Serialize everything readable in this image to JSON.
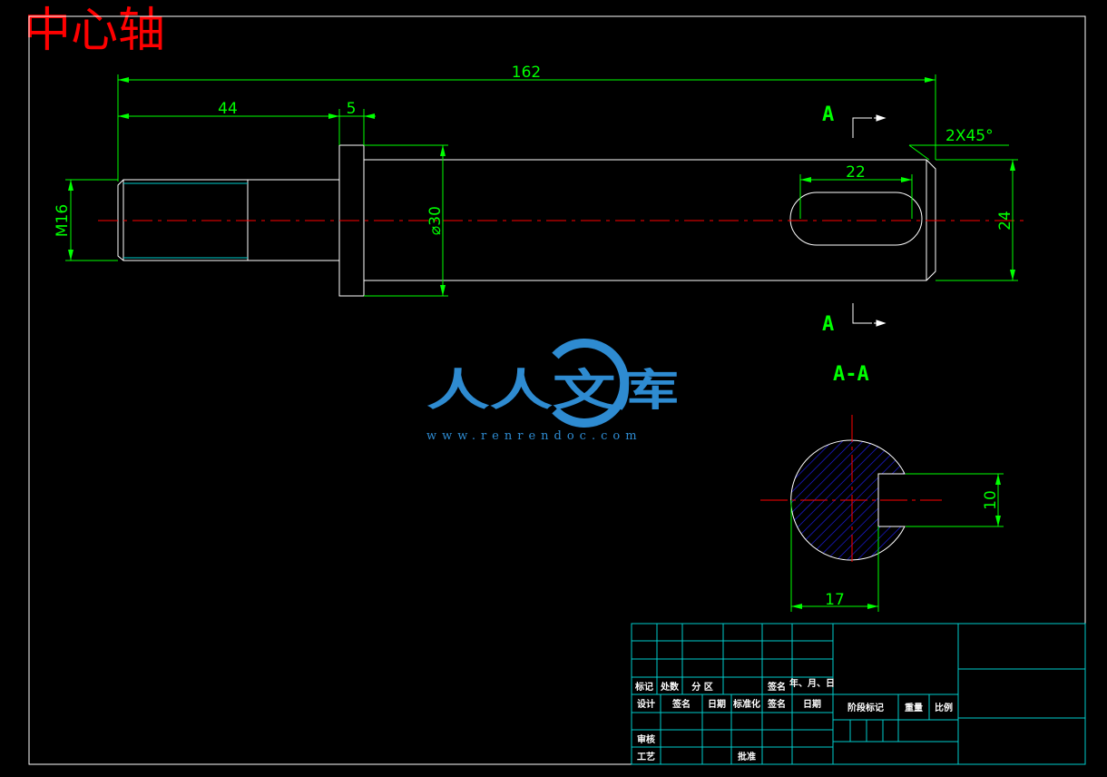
{
  "drawing": {
    "title": "中心轴",
    "dimensions": {
      "overall_length": "162",
      "thread_length": "44",
      "collar_width": "5",
      "thread": "M16",
      "collar_diameter": "⌀30",
      "keyway_length": "22",
      "chamfer": "2X45°",
      "shaft_diameter": "24",
      "key_width": "10",
      "key_depth": "17"
    },
    "section_marks": {
      "top": "A",
      "bottom": "A",
      "view_title": "A-A"
    }
  },
  "title_block": {
    "mark": "标记",
    "count": "处数",
    "zone": "分 区",
    "signature": "签名",
    "date_ymd": "年、月、日",
    "design": "设计",
    "sign2": "签名",
    "date": "日期",
    "standardize": "标准化",
    "sign3": "签名",
    "date2": "日期",
    "stage_mark": "阶段标记",
    "weight": "重量",
    "scale": "比例",
    "review": "审核",
    "process": "工艺",
    "approve": "批准"
  },
  "watermark": {
    "text": "人人文库",
    "url": "www.renrendoc.com"
  },
  "colors": {
    "outline": "#ffffff",
    "dimension": "#00ff00",
    "centerline": "#ff0000",
    "hatch": "#2020ff",
    "title_block": "#00cccc",
    "watermark": "#2e8bd1"
  }
}
